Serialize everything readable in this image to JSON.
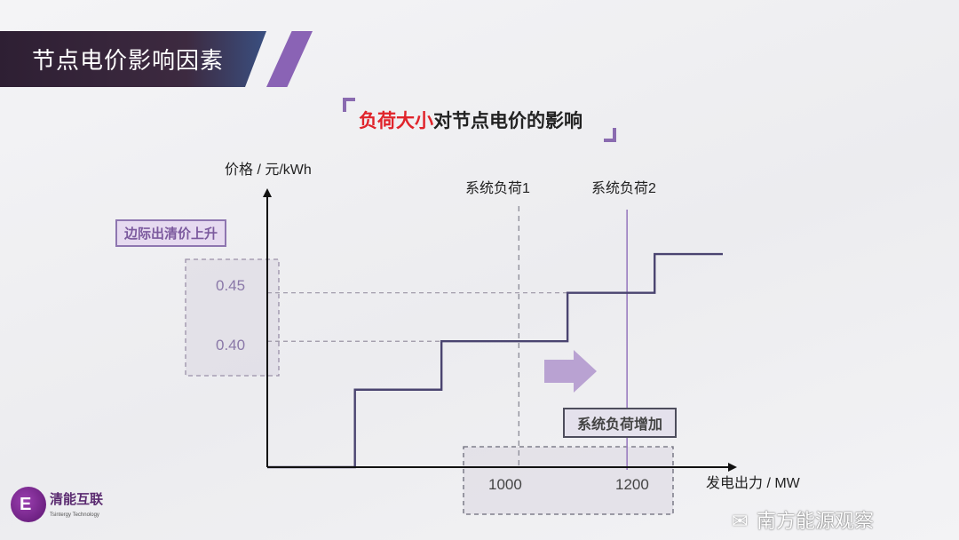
{
  "header": {
    "title": "节点电价影响因素"
  },
  "subtitle": {
    "highlight": "负荷大小",
    "rest": "对节点电价的影响"
  },
  "annotations": {
    "price_rise": "边际出清价上升",
    "load_increase": "系统负荷增加",
    "load1": "系统负荷1",
    "load2": "系统负荷2"
  },
  "logo": {
    "name_cn": "清能互联",
    "name_en": "Tsintergy Technology"
  },
  "watermark": {
    "text": "南方能源观察"
  },
  "colors": {
    "accent": "#8a63b5",
    "curve": "#4a4470",
    "load2_line": "#9a7cc0"
  },
  "chart_data": {
    "type": "line",
    "title": "",
    "xlabel": "发电出力 / MW",
    "ylabel": "价格 / 元/kWh",
    "xlim": [
      535,
      1400
    ],
    "ylim": [
      0.27,
      0.557
    ],
    "grid": false,
    "x_ticks": [
      {
        "value": 1000,
        "label": "1000"
      },
      {
        "value": 1200,
        "label": "1200"
      }
    ],
    "y_ticks": [
      {
        "value": 0.4,
        "label": "0.40"
      },
      {
        "value": 0.45,
        "label": "0.45"
      }
    ],
    "supply_curve_steps": [
      {
        "x_start": 535,
        "x_end": 697,
        "price": 0.27
      },
      {
        "x_start": 697,
        "x_end": 857,
        "price": 0.35
      },
      {
        "x_start": 857,
        "x_end": 1090,
        "price": 0.4
      },
      {
        "x_start": 1090,
        "x_end": 1251,
        "price": 0.45
      },
      {
        "x_start": 1251,
        "x_end": 1377,
        "price": 0.49
      }
    ],
    "load_lines": [
      {
        "name": "系统负荷1",
        "x": 1000,
        "style": "dashed",
        "clearing_price": 0.4
      },
      {
        "name": "系统负荷2",
        "x": 1200,
        "style": "solid",
        "clearing_price": 0.45
      }
    ]
  }
}
